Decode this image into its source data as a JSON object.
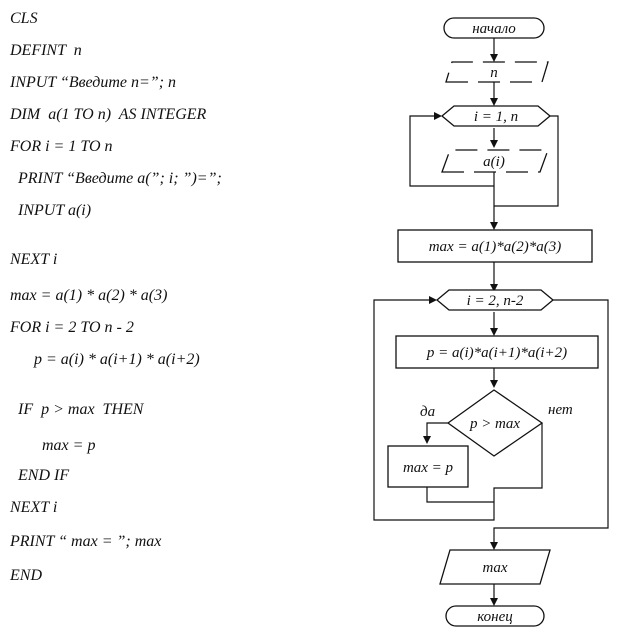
{
  "code": {
    "lines": [
      "CLS",
      "DEFINT  n",
      "INPUT “Введите n=”; n",
      "DIM  a(1 TO n)  AS INTEGER",
      "FOR i = 1 TO n",
      "  PRINT “Введите a(”; i; ”)=”;",
      "  INPUT a(i)",
      "NEXT i",
      "max = a(1) * a(2) * a(3)",
      "FOR i = 2 TO n - 2",
      "      p = a(i) * a(i+1) * a(i+2)",
      "  IF  p > max  THEN",
      "        max = p",
      "  END IF",
      "NEXT i",
      "PRINT “ max = ”; max",
      "END"
    ]
  },
  "flowchart": {
    "start": "начало",
    "input_n": "n",
    "loop1": "i = 1, n",
    "input_ai": "a(i)",
    "init_max": "max = a(1)*a(2)*a(3)",
    "loop2": "i = 2, n-2",
    "calc_p": "p = a(i)*a(i+1)*a(i+2)",
    "condition": "p > max",
    "yes": "да",
    "no": "нет",
    "assign": "max = p",
    "output": "max",
    "end": "конец"
  }
}
